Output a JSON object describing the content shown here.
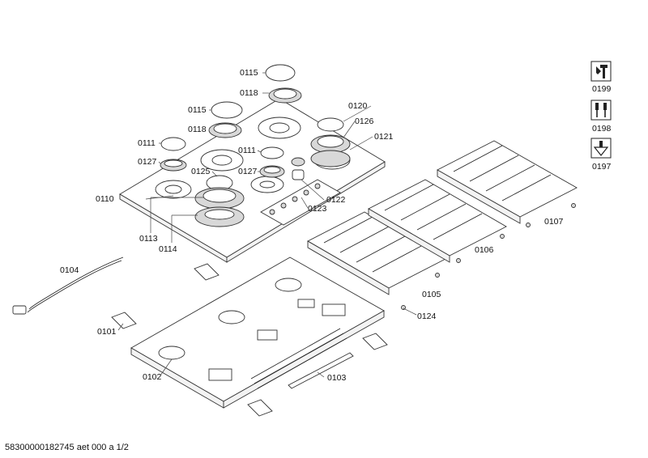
{
  "document_id": "58300000182745 aet 000 a 1/2",
  "parts": {
    "p0101": "0101",
    "p0102": "0102",
    "p0103": "0103",
    "p0104": "0104",
    "p0105": "0105",
    "p0106": "0106",
    "p0107": "0107",
    "p0110": "0110",
    "p0111a": "0111",
    "p0111b": "0111",
    "p0113": "0113",
    "p0114": "0114",
    "p0115a": "0115",
    "p0115b": "0115",
    "p0118a": "0118",
    "p0118b": "0118",
    "p0120": "0120",
    "p0121": "0121",
    "p0122": "0122",
    "p0123": "0123",
    "p0124": "0124",
    "p0125": "0125",
    "p0126": "0126",
    "p0127a": "0127",
    "p0127b": "0127"
  },
  "tools": [
    {
      "code": "0199",
      "icon": "wrench-icon"
    },
    {
      "code": "0198",
      "icon": "screwdrivers-icon"
    },
    {
      "code": "0197",
      "icon": "grease-icon"
    }
  ]
}
